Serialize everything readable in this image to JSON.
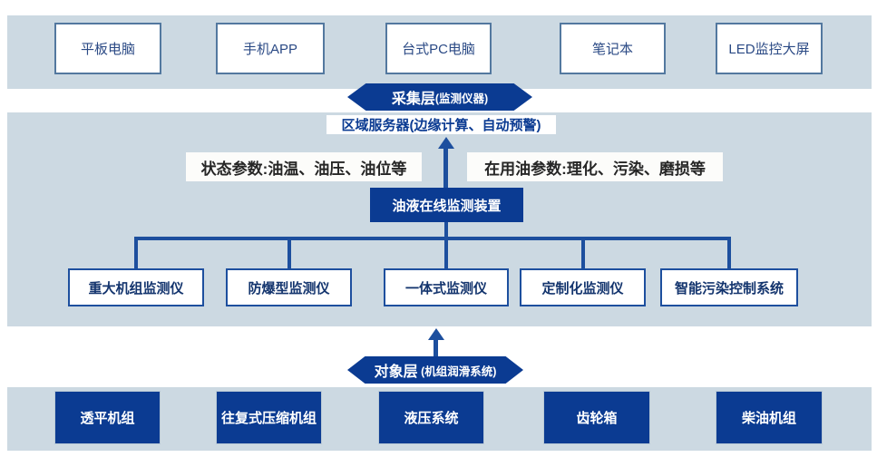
{
  "colors": {
    "band_background": "#ccd9e2",
    "dark_blue": "#0b3b92",
    "connector_blue": "#1d4f9e",
    "device_box_border": "#53789f",
    "device_box_text": "#2b4a85",
    "instrument_box_text": "#14356e",
    "param_label_text": "#262626"
  },
  "display_layer": {
    "devices": [
      "平板电脑",
      "手机APP",
      "台式PC电脑",
      "笔记本",
      "LED监控大屏"
    ]
  },
  "collection_layer": {
    "title": "采集层",
    "subtitle": "(监测仪器)"
  },
  "edge_server": {
    "label": "区域服务器(边缘计算、自动预警)"
  },
  "parameters": {
    "left": "状态参数:油温、油压、油位等",
    "right": "在用油参数:理化、污染、磨损等"
  },
  "monitor_device": {
    "label": "油液在线监测装置"
  },
  "instruments": [
    "重大机组监测仪",
    "防爆型监测仪",
    "一体式监测仪",
    "定制化监测仪",
    "智能污染控制系统"
  ],
  "object_layer": {
    "title": "对象层",
    "subtitle": " (机组润滑系统)"
  },
  "equipment": [
    "透平机组",
    "往复式压缩机组",
    "液压系统",
    "齿轮箱",
    "柴油机组"
  ]
}
